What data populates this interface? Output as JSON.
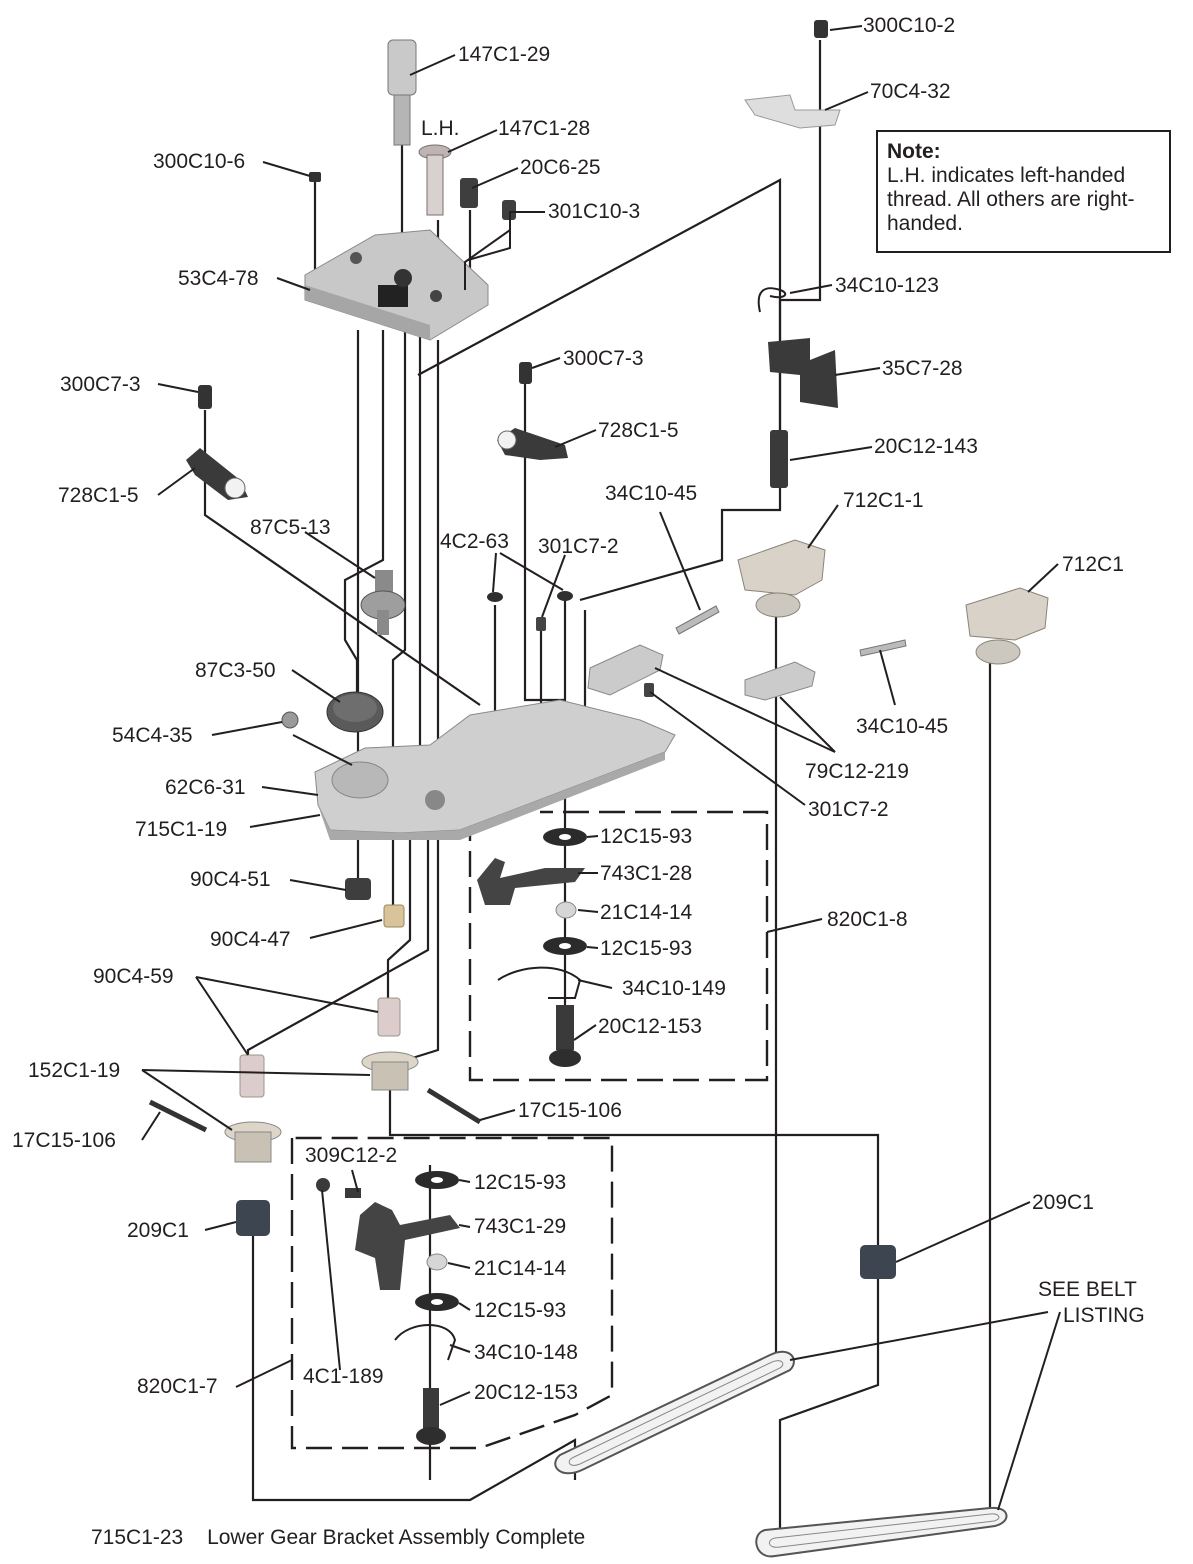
{
  "note": {
    "title": "Note:",
    "body": "L.H. indicates left-handed thread. All others are right-handed."
  },
  "caption": {
    "part_number": "715C1-23",
    "title": "Lower Gear Bracket Assembly Complete"
  },
  "thread_marker": "L.H.",
  "labels": {
    "p147c1_29": "147C1-29",
    "p147c1_28": "147C1-28",
    "p20c6_25": "20C6-25",
    "p301c10_3": "301C10-3",
    "p300c10_6": "300C10-6",
    "p53c4_78": "53C4-78",
    "p300c10_2": "300C10-2",
    "p70c4_32": "70C4-32",
    "p34c10_123": "34C10-123",
    "p35c7_28": "35C7-28",
    "p20c12_143": "20C12-143",
    "p300c7_3_left": "300C7-3",
    "p728c1_5_left": "728C1-5",
    "p300c7_3_mid": "300C7-3",
    "p728c1_5_mid": "728C1-5",
    "p87c5_13": "87C5-13",
    "p4c2_63": "4C2-63",
    "p301c7_2_top": "301C7-2",
    "p34c10_45_top": "34C10-45",
    "p712c1_1": "712C1-1",
    "p712c1": "712C1",
    "p87c3_50": "87C3-50",
    "p54c4_35": "54C4-35",
    "p62c6_31": "62C6-31",
    "p715c1_19": "715C1-19",
    "p34c10_45_right": "34C10-45",
    "p79c12_219": "79C12-219",
    "p301c7_2_right": "301C7-2",
    "p90c4_51": "90C4-51",
    "p90c4_47": "90C4-47",
    "p12c15_93_a": "12C15-93",
    "p743c1_28": "743C1-28",
    "p21c14_14_a": "21C14-14",
    "p12c15_93_b": "12C15-93",
    "p34c10_149": "34C10-149",
    "p20c12_153_a": "20C12-153",
    "p820c1_8": "820C1-8",
    "p90c4_59": "90C4-59",
    "p152c1_19": "152C1-19",
    "p17c15_106_left": "17C15-106",
    "p17c15_106_mid": "17C15-106",
    "p209c1_left": "209C1",
    "p209c1_right": "209C1",
    "p309c12_2": "309C12-2",
    "p12c15_93_c": "12C15-93",
    "p743c1_29": "743C1-29",
    "p21c14_14_b": "21C14-14",
    "p12c15_93_d": "12C15-93",
    "p34c10_148": "34C10-148",
    "p20c12_153_b": "20C12-153",
    "p4c1_189": "4C1-189",
    "p820c1_7": "820C1-7",
    "see_belt_1": "SEE BELT",
    "see_belt_2": "LISTING"
  }
}
